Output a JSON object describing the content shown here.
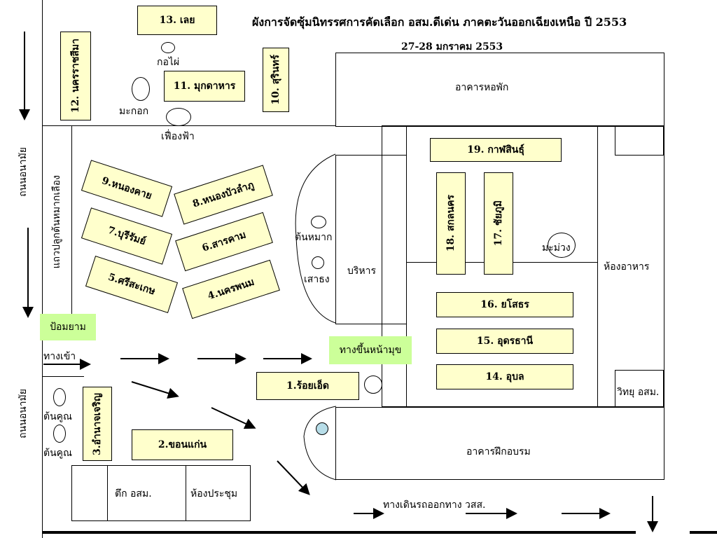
{
  "title": "ผังการจัดซุ้มนิทรรศการคัดเลือก อสม.ดีเด่น ภาคตะวันออกเฉียงเหนือ ปี 2553",
  "date": "27-28 มกราคม 2553",
  "roads": {
    "left_top": "ถนนอนามัย",
    "left_bottom": "ถนนอนามัย"
  },
  "buildings": {
    "dorm": "อาคารหอพัก",
    "admin": "บริหาร",
    "canteen": "ห้องอาหาร",
    "training": "อาคารฝึกอบรม",
    "radio": "วิทยุ อสม.",
    "osm_building": "ตึก อสม.",
    "meeting_room": "ห้องประชุม"
  },
  "trees": {
    "bamboo": "กอไผ่",
    "makok": "มะกอก",
    "fueangfa": "เฟื่องฟ้า",
    "makham": "ต้นหมาก",
    "flagpole": "เสาธง",
    "mango": "มะม่วง",
    "khun1": "ต้นคูณ",
    "khun2": "ต้นคูณ",
    "row_betel": "แถวปลูกต้นหมากเลือง"
  },
  "labels": {
    "guard": "ป้อมยาม",
    "entrance": "ทางเข้า",
    "front_way": "ทางขึ้นหน้ามุข",
    "exit_way": "ทางเดินรถออกทาง วสส."
  },
  "booths": {
    "b1": "1.ร้อยเอ็ด",
    "b2": "2.ขอนแก่น",
    "b3": "3.อำนาจเจริญ",
    "b4": "4.นครพนม",
    "b5": "5.ศรีสะเกษ",
    "b6": "6.สารคาม",
    "b7": "7.บุรีรัมย์",
    "b8": "8.หนองบัวลำภู",
    "b9": "9.หนองคาย",
    "b10": "10. สุรินทร์",
    "b11": "11. มุกดาหาร",
    "b12": "12. นครราชสีมา",
    "b13": "13. เลย",
    "b14": "14. อุบล",
    "b15": "15. อุดรธานี",
    "b16": "16. ยโสธร",
    "b17": "17. ชัยภูมิ",
    "b18": "18. สกลนคร",
    "b19": "19. กาฬสินธุ์"
  },
  "colors": {
    "booth_fill": "#ffffcc",
    "highlight_fill": "#ccff99",
    "pond_fill": "#b7dde8"
  }
}
